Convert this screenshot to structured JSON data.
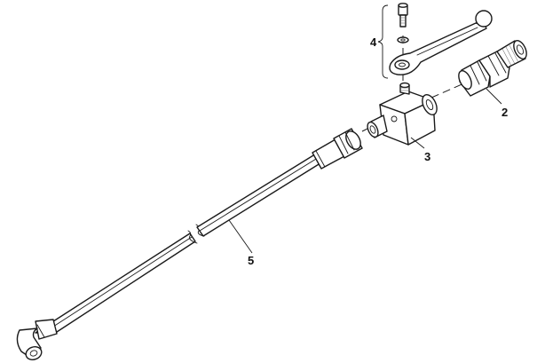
{
  "diagram": {
    "background": "#ffffff",
    "ink_color": "#1a1a1a",
    "callouts": [
      {
        "id": "callout-2",
        "label": "2"
      },
      {
        "id": "callout-3",
        "label": "3"
      },
      {
        "id": "callout-4",
        "label": "4"
      },
      {
        "id": "callout-5",
        "label": "5"
      }
    ]
  }
}
